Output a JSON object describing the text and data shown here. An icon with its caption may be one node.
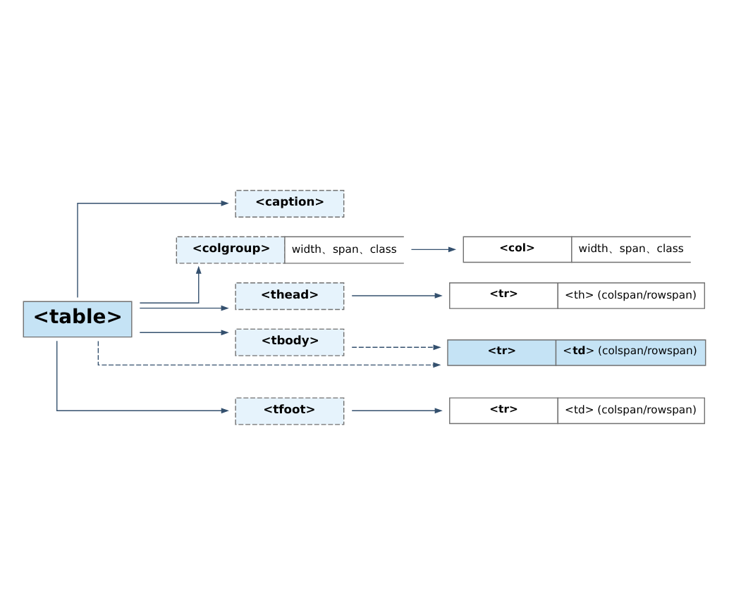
{
  "diagram": {
    "nodes": [
      {
        "text": [
          "<table>"
        ]
      },
      {
        "text": [
          "<caption>"
        ]
      },
      {
        "text": [
          "<colgroup>",
          "width、span、class"
        ]
      },
      {
        "text": [
          "<col>",
          "width、span、class"
        ]
      },
      {
        "text": [
          "<thead>"
        ]
      },
      {
        "text": [
          "<tr>",
          "<th> (colspan/rowspan)"
        ]
      },
      {
        "text": [
          "<tbody>"
        ]
      },
      {
        "text": [
          "<tr>",
          "<**td**> (colspan/rowspan)"
        ]
      },
      {
        "text": [
          "<tfoot>"
        ]
      },
      {
        "text": [
          "<tr>",
          "<td> (colspan/rowspan)"
        ]
      }
    ],
    "edges": [
      {
        "from": 0,
        "to": 1,
        "arrow": "to"
      },
      {
        "from": 0,
        "to": 2,
        "arrow": "to"
      },
      {
        "from": 2,
        "to": 3,
        "arrow": "to"
      },
      {
        "from": 0,
        "to": 4,
        "arrow": "to"
      },
      {
        "from": 4,
        "to": 5,
        "arrow": "to"
      },
      {
        "from": 0,
        "to": 6,
        "arrow": "to"
      },
      {
        "from": 6,
        "to": 7,
        "arrow": "to",
        "style": "dashed"
      },
      {
        "from": 0,
        "to": 7,
        "arrow": "to",
        "style": "dashed"
      },
      {
        "from": 0,
        "to": 8,
        "arrow": "to"
      },
      {
        "from": 8,
        "to": 9,
        "arrow": "to"
      }
    ]
  }
}
